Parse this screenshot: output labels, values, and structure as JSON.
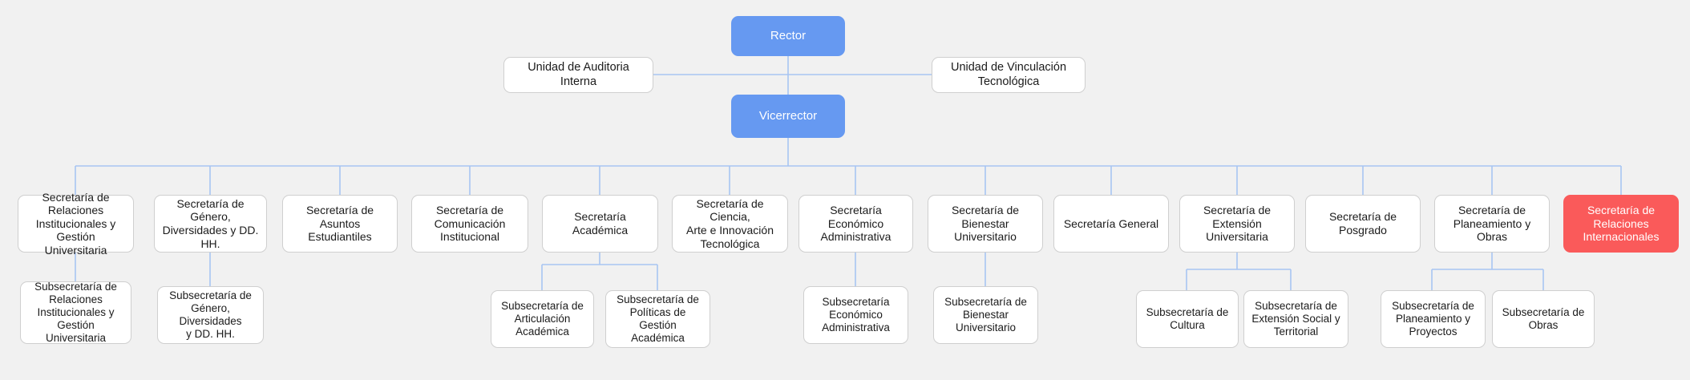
{
  "title": "Organigrama Universitario",
  "colors": {
    "background": "#f1f1f1",
    "accent": "#6699f1",
    "highlight": "#fa5a5a",
    "edge": "#a8c5f2",
    "box_border": "#cfcfcf",
    "box_fill": "#ffffff",
    "text_dark": "#1b1b1b",
    "text_light": "#ffffff"
  },
  "chart_data": {
    "type": "diagram",
    "subtype": "organizational-chart",
    "orientation": "top-down",
    "levels": 4,
    "node_count": 28
  },
  "nodes": {
    "rector": "Rector",
    "vicerrector": "Vicerrector",
    "auditoria": "Unidad de Auditoria Interna",
    "vinculacion": "Unidad de Vinculación Tecnológica"
  },
  "secretarias": [
    {
      "id": "relaciones-institucionales",
      "label": "Secretaría de Relaciones\nInstitucionales y Gestión\nUniversitaria",
      "style": "plain"
    },
    {
      "id": "genero",
      "label": "Secretaría de Género,\nDiversidades y DD. HH.",
      "style": "plain"
    },
    {
      "id": "asuntos-estudiantiles",
      "label": "Secretaría de Asuntos\nEstudiantiles",
      "style": "plain"
    },
    {
      "id": "comunicacion-institucional",
      "label": "Secretaría de\nComunicación\nInstitucional",
      "style": "plain"
    },
    {
      "id": "academica",
      "label": "Secretaría Académica",
      "style": "plain"
    },
    {
      "id": "ciencia",
      "label": "Secretaría de Ciencia,\nArte e Innovación\nTecnológica",
      "style": "plain"
    },
    {
      "id": "economico-administrativa",
      "label": "Secretaría Económico\nAdministrativa",
      "style": "plain"
    },
    {
      "id": "bienestar-universitario",
      "label": "Secretaría de Bienestar\nUniversitario",
      "style": "plain"
    },
    {
      "id": "general",
      "label": "Secretaría General",
      "style": "plain"
    },
    {
      "id": "extension-universitaria",
      "label": "Secretaría de Extensión\nUniversitaria",
      "style": "plain"
    },
    {
      "id": "posgrado",
      "label": "Secretaría de Posgrado",
      "style": "plain"
    },
    {
      "id": "planeamiento-obras",
      "label": "Secretaría de\nPlaneamiento y Obras",
      "style": "plain"
    },
    {
      "id": "relaciones-internacionales",
      "label": "Secretaría de Relaciones\nInternacionales",
      "style": "highlight"
    }
  ],
  "subsecretarias": [
    {
      "id": "sub-relaciones-institucionales",
      "parent": "relaciones-institucionales",
      "label": "Subsecretaría de\nRelaciones\nInstitucionales y\nGestión Universitaria"
    },
    {
      "id": "sub-genero",
      "parent": "genero",
      "label": "Subsecretaría de\nGénero, Diversidades\ny DD. HH."
    },
    {
      "id": "sub-articulacion-academica",
      "parent": "academica",
      "label": "Subsecretaría de\nArticulación\nAcadémica"
    },
    {
      "id": "sub-politicas-gestion-academica",
      "parent": "academica",
      "label": "Subsecretaría de\nPolíticas de Gestión\nAcadémica"
    },
    {
      "id": "sub-economico-administrativa",
      "parent": "economico-administrativa",
      "label": "Subsecretaría\nEconómico\nAdministrativa"
    },
    {
      "id": "sub-bienestar-universitario",
      "parent": "bienestar-universitario",
      "label": "Subsecretaría de\nBienestar\nUniversitario"
    },
    {
      "id": "sub-cultura",
      "parent": "extension-universitaria",
      "label": "Subsecretaría de\nCultura"
    },
    {
      "id": "sub-extension-social",
      "parent": "extension-universitaria",
      "label": "Subsecretaría de\nExtensión Social y\nTerritorial"
    },
    {
      "id": "sub-planeamiento-proyectos",
      "parent": "planeamiento-obras",
      "label": "Subsecretaría de\nPlaneamiento y\nProyectos"
    },
    {
      "id": "sub-obras",
      "parent": "planeamiento-obras",
      "label": "Subsecretaría de\nObras"
    }
  ]
}
